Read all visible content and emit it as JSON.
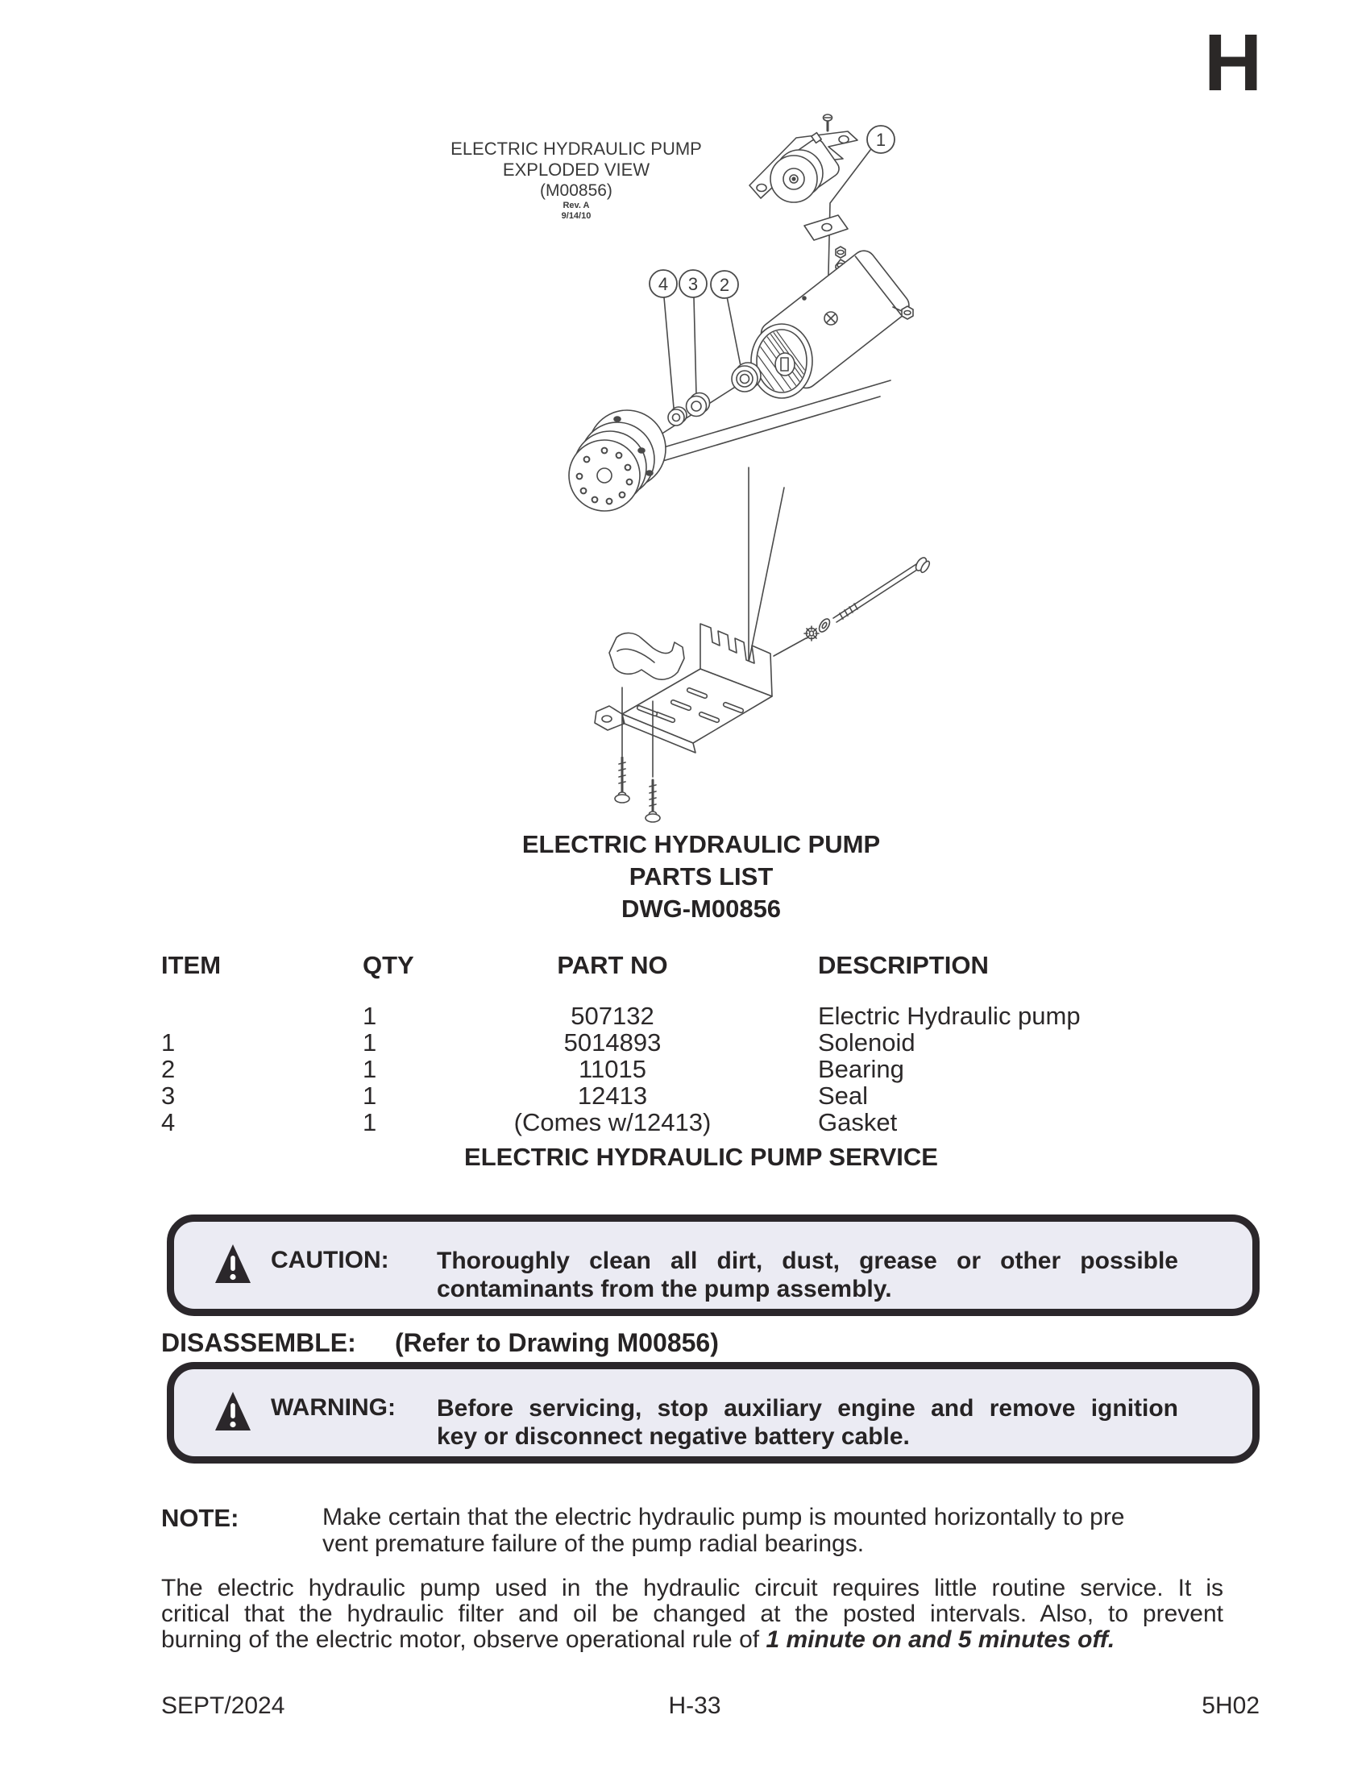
{
  "page": {
    "section_letter": "H",
    "footer": {
      "left": "SEPT/2024",
      "center": "H-33",
      "right": "5H02"
    }
  },
  "diagram": {
    "title1": "ELECTRIC HYDRAULIC PUMP",
    "title2": "EXPLODED VIEW",
    "title3": "(M00856)",
    "rev": "Rev. A",
    "rev_date": "9/14/10",
    "callout1": "1",
    "callout2": "2",
    "callout3": "3",
    "callout4": "4"
  },
  "parts": {
    "title1": "ELECTRIC HYDRAULIC PUMP",
    "title2": "PARTS LIST",
    "title3": "DWG-M00856",
    "h_item": "ITEM",
    "h_qty": "QTY",
    "h_part": "PART NO",
    "h_desc": "DESCRIPTION",
    "rows": [
      {
        "item": "",
        "qty": "1",
        "part": "507132",
        "desc": "Electric Hydraulic pump"
      },
      {
        "item": "1",
        "qty": "1",
        "part": "5014893",
        "desc": "Solenoid"
      },
      {
        "item": "2",
        "qty": "1",
        "part": "11015",
        "desc": "Bearing"
      },
      {
        "item": "3",
        "qty": "1",
        "part": "12413",
        "desc": "Seal"
      },
      {
        "item": "4",
        "qty": "1",
        "part": "(Comes w/12413)",
        "desc": "Gasket"
      }
    ]
  },
  "service": {
    "heading": "ELECTRIC HYDRAULIC PUMP SERVICE",
    "caution_label": "CAUTION:",
    "caution_line1": "Thoroughly clean all dirt, dust, grease or other possible",
    "caution_line2": "contaminants from the pump assembly.",
    "disassemble_label": "DISASSEMBLE:",
    "disassemble_text": "(Refer to Drawing M00856)",
    "warning_label": "WARNING:",
    "warning_line1": "Before servicing, stop auxiliary engine and remove ignition",
    "warning_line2": "key or disconnect negative battery cable.",
    "note_label": "NOTE:",
    "note_line1": "Make certain that the electric hydraulic pump is mounted horizontally to pre",
    "note_line2": "vent premature failure of the pump radial bearings.",
    "body_line1": "The electric hydraulic pump used in the hydraulic circuit requires little routine service.  It is",
    "body_line2": "critical that the hydraulic filter and oil be changed at the posted intervals.  Also, to prevent",
    "body_line3": "burning of the electric motor, observe operational rule of ",
    "body_line3_em": "1 minute on and 5 minutes off."
  },
  "colors": {
    "box_bg": "#ebebf3",
    "box_border": "#2b272b",
    "ink": "#2b2829"
  }
}
